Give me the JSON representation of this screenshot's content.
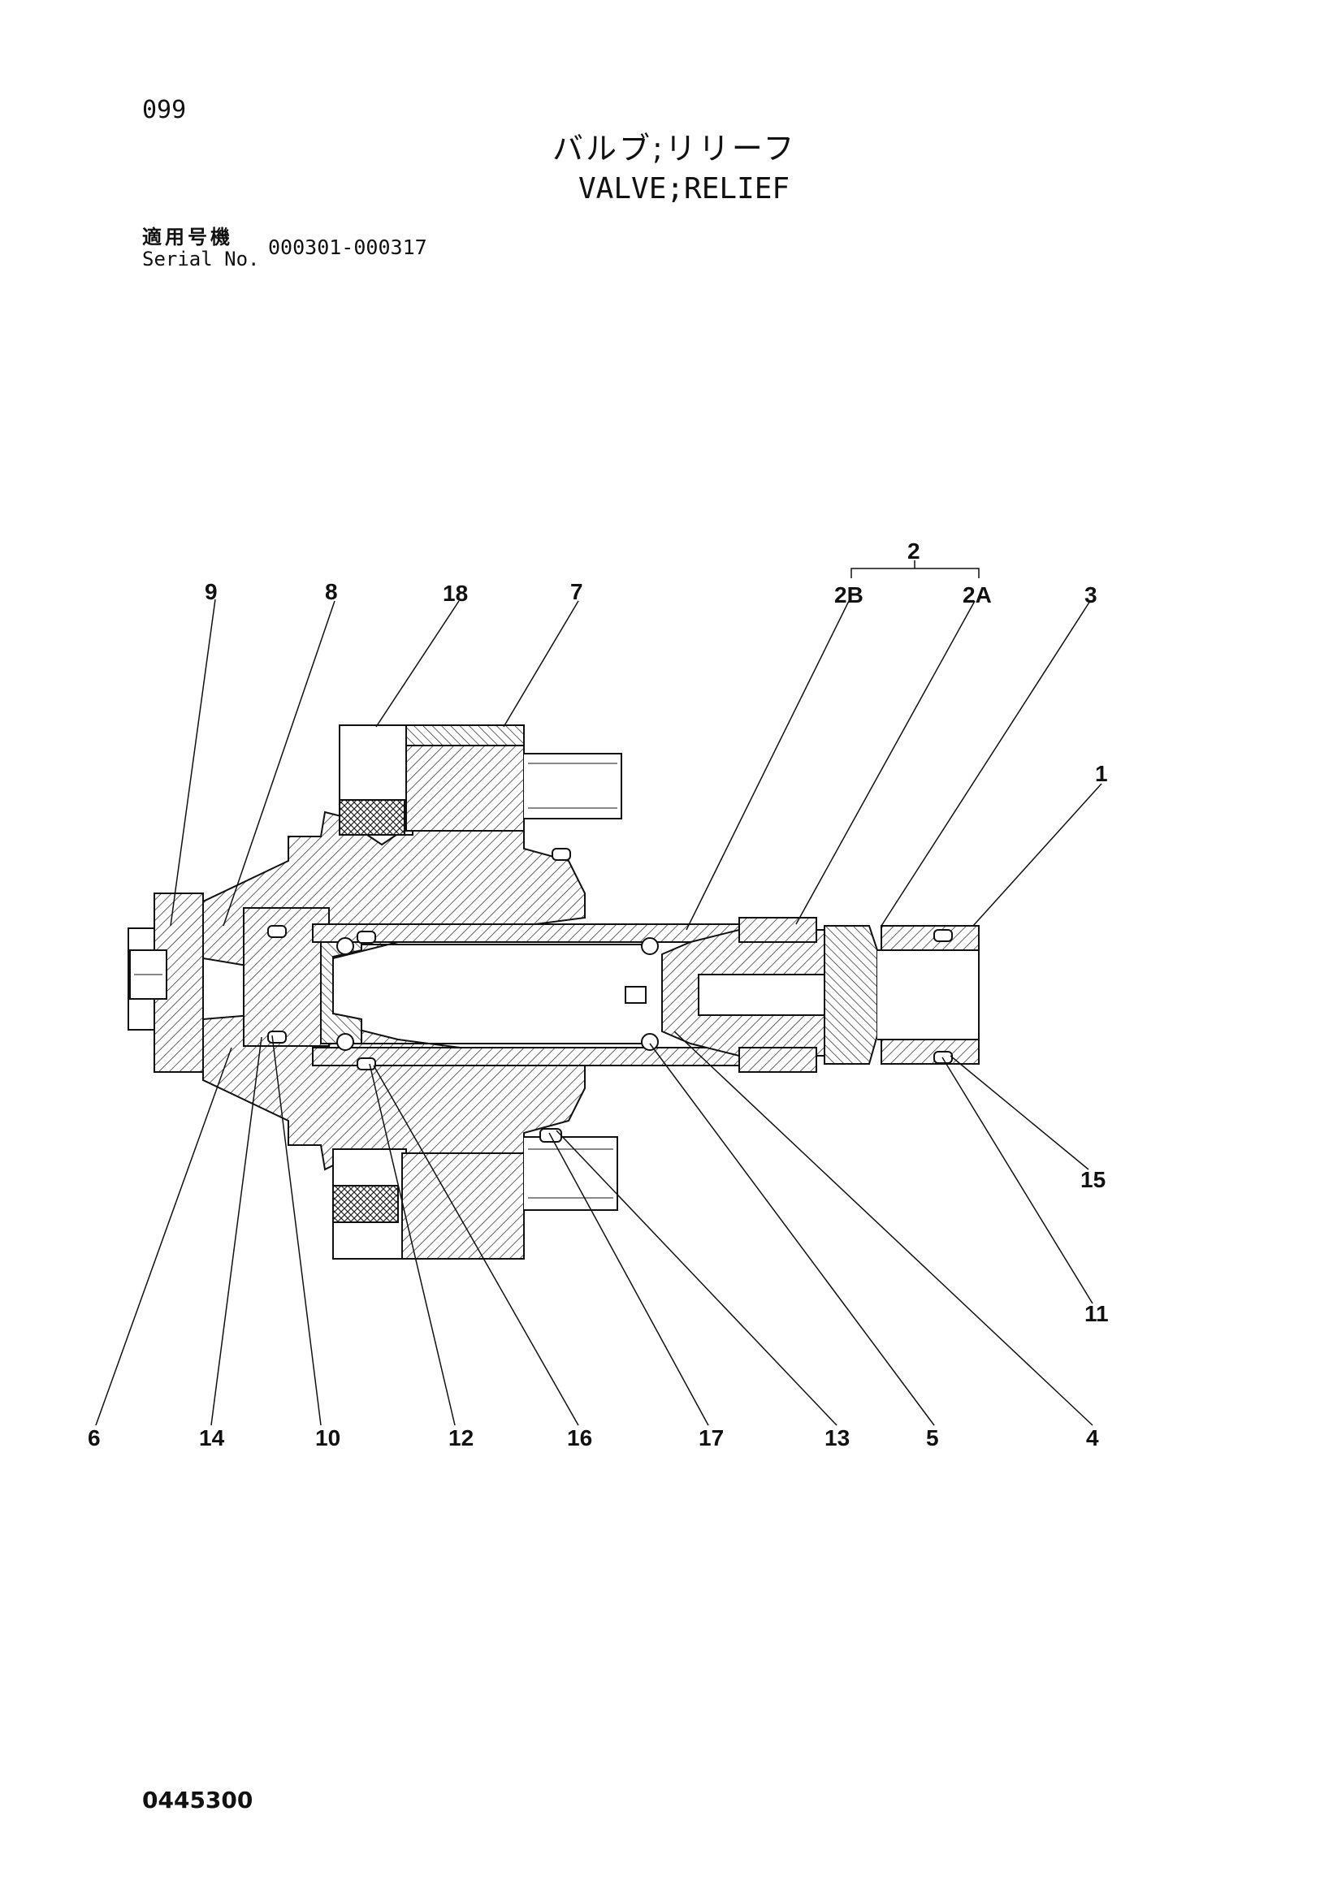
{
  "header": {
    "page_number": "099",
    "title_jp": "バルブ;リリーフ",
    "title_en": "VALVE;RELIEF",
    "serial_label_jp": "適用号機",
    "serial_label_en": "Serial No.",
    "serial_range": "000301-000317"
  },
  "footer": {
    "doc_code": "0445300"
  },
  "callouts": {
    "top": [
      "9",
      "8",
      "18",
      "7",
      "2B",
      "2A",
      "3",
      "2"
    ],
    "right": [
      "1",
      "15",
      "11"
    ],
    "bottom": [
      "6",
      "14",
      "10",
      "12",
      "16",
      "17",
      "13",
      "5",
      "4"
    ]
  }
}
